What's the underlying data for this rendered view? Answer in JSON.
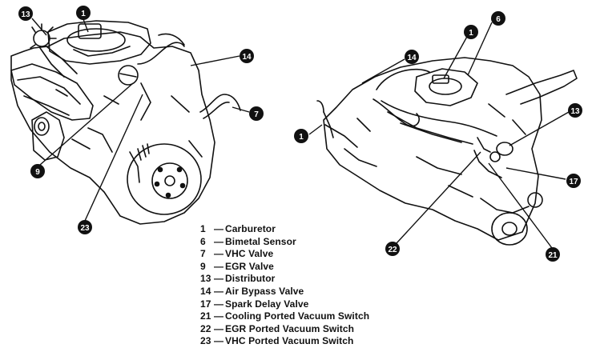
{
  "callouts": {
    "c13a": "13",
    "c1a": "1",
    "c14a": "14",
    "c7a": "7",
    "c9a": "9",
    "c23a": "23",
    "c6b": "6",
    "c1b": "1",
    "c14b": "14",
    "c1c": "1",
    "c13b": "13",
    "c17b": "17",
    "c22b": "22",
    "c21b": "21"
  },
  "legend": [
    {
      "num": "1",
      "label": "Carburetor"
    },
    {
      "num": "6",
      "label": "Bimetal Sensor"
    },
    {
      "num": "7",
      "label": "VHC Valve"
    },
    {
      "num": "9",
      "label": "EGR Valve"
    },
    {
      "num": "13",
      "label": "Distributor"
    },
    {
      "num": "14",
      "label": "Air Bypass Valve"
    },
    {
      "num": "17",
      "label": "Spark Delay Valve"
    },
    {
      "num": "21",
      "label": "Cooling Ported Vacuum Switch"
    },
    {
      "num": "22",
      "label": "EGR Ported Vacuum Switch"
    },
    {
      "num": "23",
      "label": "VHC Ported Vacuum Switch"
    }
  ],
  "legend_dash": "—"
}
